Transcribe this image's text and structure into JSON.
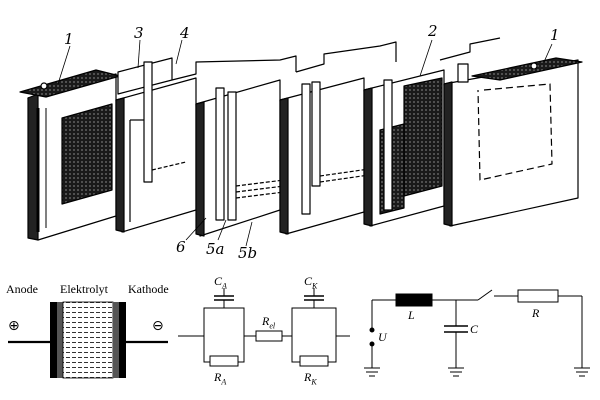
{
  "exploded_view": {
    "callouts": {
      "c1_left": "1",
      "c3": "3",
      "c4": "4",
      "c2": "2",
      "c1_right": "1",
      "c6": "6",
      "c5a": "5a",
      "c5b": "5b"
    }
  },
  "circuit": {
    "cell_labels": {
      "anode": "Anode",
      "electrolyte": "Elektrolyt",
      "cathode": "Kathode",
      "plus": "⊕",
      "minus": "⊖"
    },
    "components": {
      "ca_main": "C",
      "ca_sub": "A",
      "ck_main": "C",
      "ck_sub": "K",
      "rel_main": "R",
      "rel_sub": "el",
      "ra_main": "R",
      "ra_sub": "A",
      "rk_main": "R",
      "rk_sub": "K",
      "u": "U",
      "l": "L",
      "c": "C",
      "r": "R"
    }
  }
}
